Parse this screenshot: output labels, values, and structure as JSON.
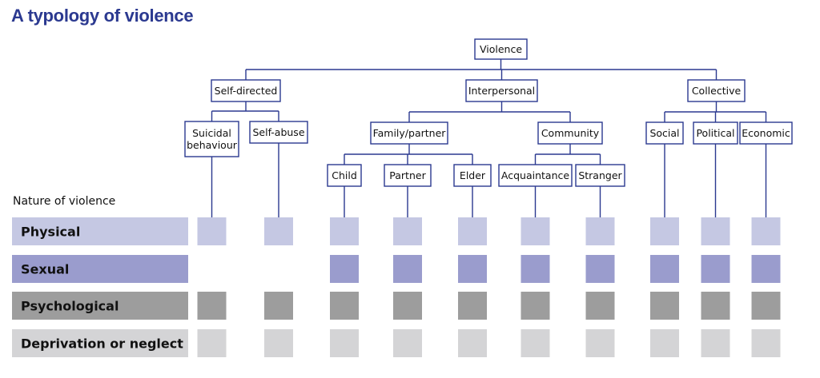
{
  "title": "A typology of violence",
  "nature_label": "Nature of violence",
  "colors": {
    "accent": "#2b3990",
    "physical": "#c5c8e3",
    "sexual": "#9a9ccd",
    "psychological": "#9d9d9d",
    "deprivation": "#d4d4d6"
  },
  "tree": {
    "root": "Violence",
    "level1": [
      "Self-directed",
      "Interpersonal",
      "Collective"
    ],
    "self_directed": [
      "Suicidal behaviour",
      "Self-abuse"
    ],
    "interpersonal": [
      "Family/partner",
      "Community"
    ],
    "family_partner": [
      "Child",
      "Partner",
      "Elder"
    ],
    "community": [
      "Acquaintance",
      "Stranger"
    ],
    "collective": [
      "Social",
      "Political",
      "Economic"
    ]
  },
  "rows": [
    {
      "label": "Physical",
      "color_key": "physical"
    },
    {
      "label": "Sexual",
      "color_key": "sexual"
    },
    {
      "label": "Psychological",
      "color_key": "psychological"
    },
    {
      "label": "Deprivation or neglect",
      "color_key": "deprivation"
    }
  ],
  "matrix": {
    "columns": [
      "Suicidal behaviour",
      "Self-abuse",
      "Child",
      "Partner",
      "Elder",
      "Acquaintance",
      "Stranger",
      "Social",
      "Political",
      "Economic"
    ],
    "applies": [
      [
        true,
        true,
        true,
        true,
        true,
        true,
        true,
        true,
        true,
        true
      ],
      [
        false,
        false,
        true,
        true,
        true,
        true,
        true,
        true,
        true,
        true
      ],
      [
        true,
        true,
        true,
        true,
        true,
        true,
        true,
        true,
        true,
        true
      ],
      [
        true,
        true,
        true,
        true,
        true,
        true,
        true,
        true,
        true,
        true
      ]
    ]
  }
}
